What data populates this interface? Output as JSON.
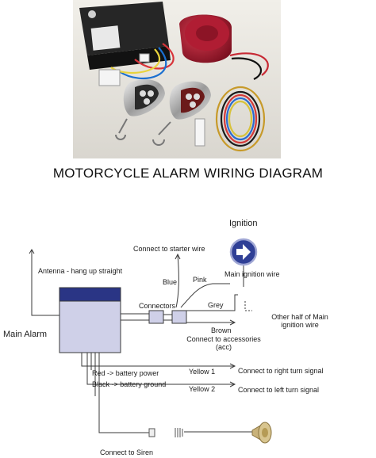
{
  "title": "MOTORCYCLE ALARM WIRING DIAGRAM",
  "labels": {
    "ignition": "Ignition",
    "starter": "Connect to starter wire",
    "antenna": "Antenna - hang up straight",
    "main_ignition": "Main ignition wire",
    "pink": "Pink",
    "blue": "Blue",
    "grey": "Grey",
    "connectors": "Connectors",
    "other_half_1": "Other half of Main",
    "other_half_2": "ignition wire",
    "main_alarm": "Main Alarm",
    "brown": "Brown",
    "accessories_1": "Connect to accessories",
    "accessories_2": "(acc)",
    "yellow1": "Yellow 1",
    "right_turn": "Connect to right turn signal",
    "red": "Red -> battery power",
    "black": "Black -> battery ground",
    "yellow2": "Yellow 2",
    "left_turn": "Connect to left turn signal",
    "siren": "Connect to Siren"
  },
  "colors": {
    "alarm_top": "#2a3585",
    "alarm_body": "#cfd0e8",
    "ignition_icon": "#2f3f96",
    "line": "#3a3a3a"
  },
  "icons": {
    "ignition": "ignition-arrow-icon",
    "siren": "siren-horn-icon"
  }
}
